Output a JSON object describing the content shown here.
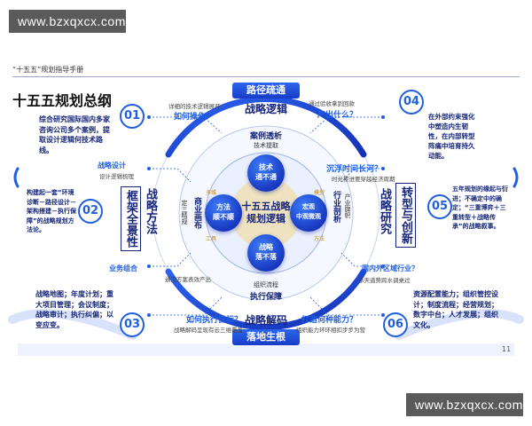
{
  "watermark": {
    "top": "www.bzxqxcx.com",
    "bottom": "www.bzxqxcx.com"
  },
  "header": {
    "doc_title": "“十五五”规划指导手册",
    "page_title": "十五五规划总纲"
  },
  "page_number": "11",
  "center": {
    "title_line1": "十五五战略",
    "title_line2": "规划逻辑"
  },
  "bubbles": {
    "top": {
      "line1": "技术",
      "line2": "通不通"
    },
    "left": {
      "line1": "方法",
      "line2": "顺不顺"
    },
    "right": {
      "line1": "宏观",
      "line2": "中观微观"
    },
    "bottom": {
      "line1": "战略",
      "line2": "落不落"
    }
  },
  "banners": {
    "top": "路径疏通",
    "bottom": "落地生根"
  },
  "quadrant_titles": {
    "top": "战略逻辑",
    "bottom": "战略解码"
  },
  "ring_labels": {
    "case_review": "案例透析",
    "tech_extract": "技术提取",
    "org_flow": "组织流程",
    "exec_guarantee": "执行保障",
    "industry_analysis": "行业剖析",
    "industry_flag": "产业旗帜",
    "biz_division": "商业画布",
    "tech_policy": "定三精规",
    "grid_a": "多维",
    "grid_b": "模型",
    "grid_c": "工具",
    "grid_d": "方法"
  },
  "side_labels": {
    "left_big_a": "框架全景性",
    "left_big_b": "战略方法",
    "right_big_a": "战略研究",
    "right_big_b": "转型与创新"
  },
  "sections": [
    {
      "num": "01",
      "text": "综合研究国际国内多家咨询公司多个案例，提取设计逻辑何技术路线。"
    },
    {
      "num": "02",
      "text": "构建起一套“环境诊断－路径设计－架构搭建－执行保障”的战略规划方法论。"
    },
    {
      "num": "03",
      "text": "战略地图；年度计划；重大项目管理；会议制度；战略审计；执行纠偏；以变应变。"
    },
    {
      "num": "04",
      "text": "在外部约束强化中塑造内生韧性，在内部转型阵痛中培育持久动能。"
    },
    {
      "num": "05",
      "text": "五年规划的缘起与衍进；不确定中的确定；“三重博弈＋三重转型＋战略传承”的战略叙事。"
    },
    {
      "num": "06",
      "text": "资源配置能力；组织管控设计；制度流程；经营规划；数字中台；人才发展；组织文化。"
    }
  ],
  "questions": {
    "q1": "如何操作？",
    "q2": "战略设计",
    "q3": "业务组合",
    "q4": "如何执行目标？",
    "q5": "产出什么？",
    "q6": "沉浮时间长河？",
    "q7": "国内外区域行业？",
    "q8": "打造何种能力？"
  },
  "small_notes": {
    "n1": "详细的技术逻辑展开",
    "n2": "设计逻辑梳理",
    "n3": "通过验收拿到回款",
    "n4": "时光累进要穿越经济周期",
    "n5": "承天道势跨水调桌过",
    "n6": "通流方案表效产出",
    "n7": "战略解码呈现有云三维覆盖",
    "n8": "组织能力环环相扣步步为营"
  }
}
